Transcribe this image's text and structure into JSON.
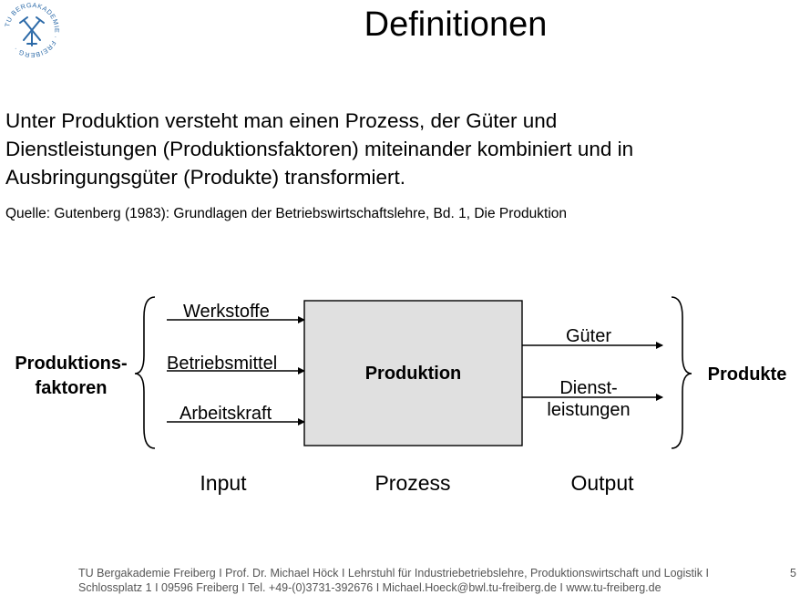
{
  "logo": {
    "text": "TU BERGAKADEMIE FREIBERG",
    "color": "#2c6aa8"
  },
  "title": "Definitionen",
  "definition": "Unter Produktion versteht man einen Prozess, der Güter und Dienstleistungen (Produktionsfaktoren) miteinander kombiniert und in Ausbringungsgüter (Produkte) transformiert.",
  "source": "Quelle: Gutenberg (1983): Grundlagen der Betriebswirtschaftslehre, Bd. 1, Die Produktion",
  "diagram": {
    "left_group": {
      "line1": "Produktions-",
      "line2": "faktoren"
    },
    "inputs": [
      "Werkstoffe",
      "Betriebsmittel",
      "Arbeitskraft"
    ],
    "process": "Produktion",
    "outputs": {
      "first": "Güter",
      "second_line1": "Dienst-",
      "second_line2": "leistungen"
    },
    "right_group": "Produkte",
    "stages": {
      "input": "Input",
      "process": "Prozess",
      "output": "Output"
    },
    "box_fill": "#e0e0e0"
  },
  "footer": {
    "line1": "TU Bergakademie Freiberg I Prof. Dr. Michael Höck I  Lehrstuhl für Industriebetriebslehre, Produktionswirtschaft und Logistik I",
    "line2": "Schlossplatz 1 I 09596 Freiberg I Tel. +49-(0)3731-392676 I Michael.Hoeck@bwl.tu-freiberg.de I www.tu-freiberg.de",
    "page": "5"
  }
}
